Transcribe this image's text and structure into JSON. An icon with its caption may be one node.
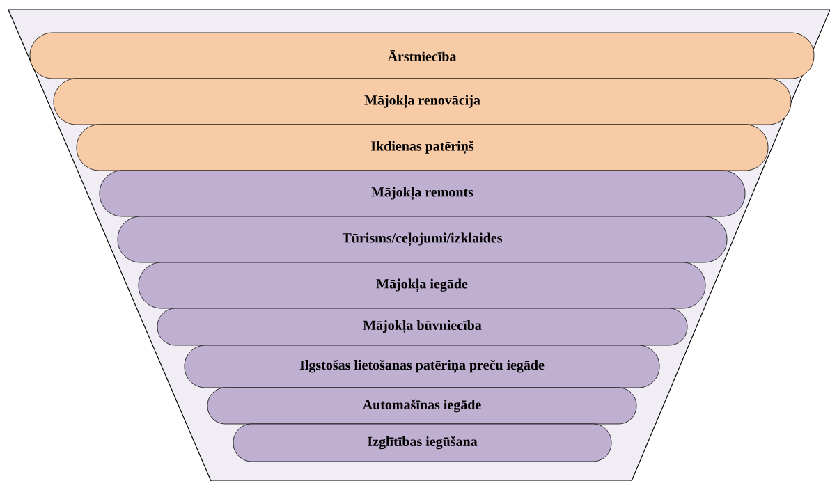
{
  "diagram": {
    "nodes": [
      {
        "text": [
          "Ārstniecība"
        ]
      },
      {
        "text": [
          "Mājokļa renovācija"
        ]
      },
      {
        "text": [
          "Ikdienas patēriņš"
        ]
      },
      {
        "text": [
          "Mājokļa remonts"
        ]
      },
      {
        "text": [
          "Tūrisms/ceļojumi/izklaides"
        ]
      },
      {
        "text": [
          "Mājokļa iegāde"
        ]
      },
      {
        "text": [
          "Mājokļa būvniecība"
        ]
      },
      {
        "text": [
          "Ilgstošas lietošanas patēriņa preču iegāde"
        ]
      },
      {
        "text": [
          "Automašīnas iegāde"
        ]
      },
      {
        "text": [
          "Izglītības iegūšana"
        ]
      }
    ]
  }
}
